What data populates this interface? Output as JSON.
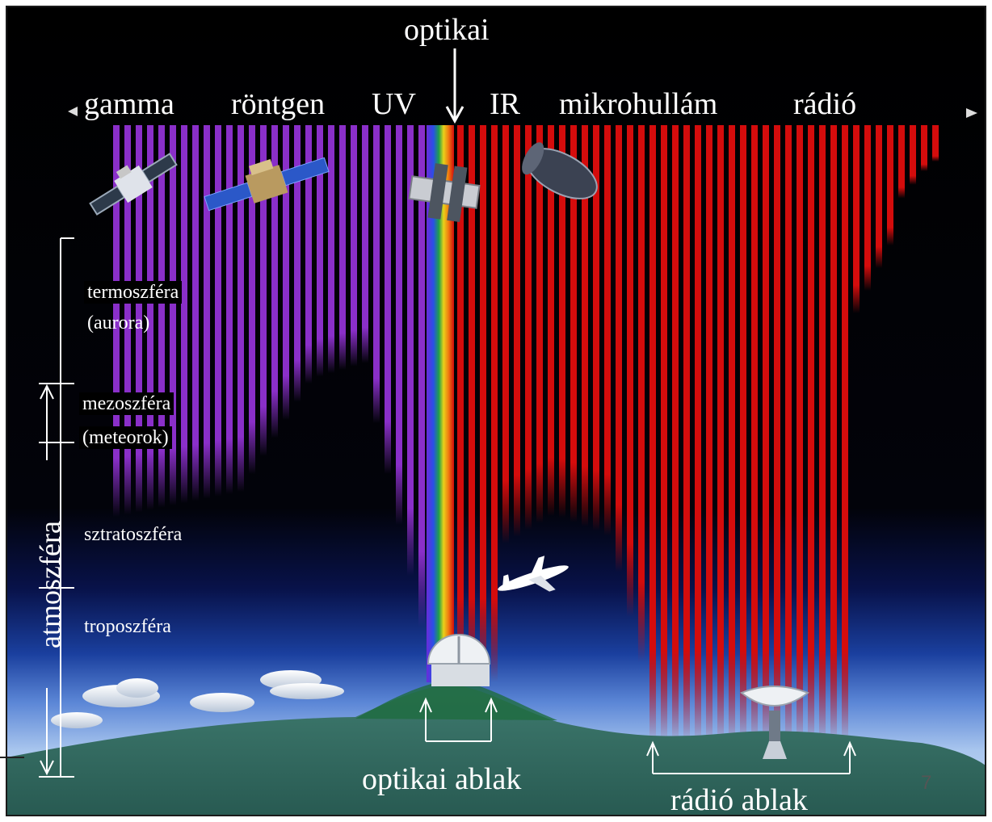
{
  "bands": {
    "gamma": "gamma",
    "rontgen": "röntgen",
    "uv": "UV",
    "ir": "IR",
    "mikrohullam": "mikrohullám",
    "radio": "rádió"
  },
  "optical_label": "optikai",
  "layers": {
    "termoszfera": "termoszféra",
    "termoszfera_note": "(aurora)",
    "mezoszfera": "mezoszféra",
    "mezoszfera_note": "(meteorok)",
    "sztratoszfera": "sztratoszféra",
    "troposzfera": "troposzféra"
  },
  "atmosphere_label": "atmoszféra",
  "windows": {
    "optical": "optikai ablak",
    "radio": "rádió ablak"
  },
  "page_number": "7",
  "colors": {
    "high_energy_bars": "#8a2fc9",
    "low_energy_bars": "#d40c0c",
    "sky_top": "#000000",
    "sky_horizon": "#1a3f9e",
    "ground": "#2f6a5f",
    "text": "#ffffff"
  },
  "icons": [
    "satellite-icon",
    "space-telescope-icon",
    "airplane-icon",
    "observatory-dome-icon",
    "radio-dish-icon",
    "cloud-icon"
  ]
}
